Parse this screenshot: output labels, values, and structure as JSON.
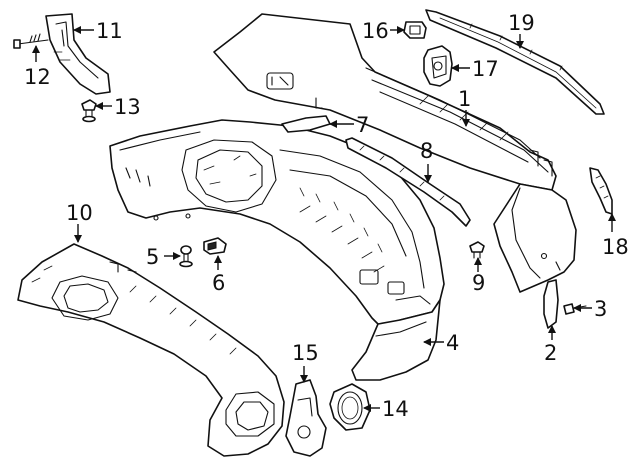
{
  "colors": {
    "line": "#111111",
    "background": "#ffffff"
  },
  "callouts": {
    "c1": "1",
    "c2": "2",
    "c3": "3",
    "c4": "4",
    "c5": "5",
    "c6": "6",
    "c7": "7",
    "c8": "8",
    "c9": "9",
    "c10": "10",
    "c11": "11",
    "c12": "12",
    "c13": "13",
    "c14": "14",
    "c15": "15",
    "c16": "16",
    "c17": "17",
    "c18": "18",
    "c19": "19"
  }
}
